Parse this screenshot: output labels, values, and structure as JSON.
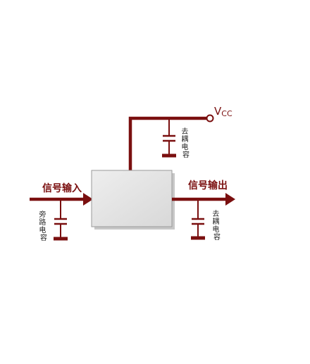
{
  "diagram": {
    "vcc_label": "V",
    "vcc_subscript": "CC",
    "input_label": "信号输入",
    "output_label": "信号输出",
    "cap_top_label": [
      "去",
      "耦",
      "电",
      "容"
    ],
    "cap_left_label": [
      "旁",
      "路",
      "电",
      "容"
    ],
    "cap_right_label": [
      "去",
      "耦",
      "电",
      "容"
    ]
  },
  "colors": {
    "wire": "#7a0f0f",
    "block_fill": "#e2e2e2",
    "block_stroke": "#999999",
    "shadow": "#bdbdbd"
  }
}
